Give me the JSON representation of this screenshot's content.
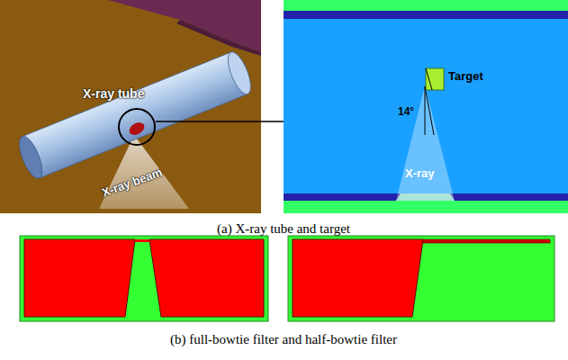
{
  "diagram": {
    "labels": [
      "X-ray tube",
      "X-ray beam",
      "Target",
      "14°",
      "X-ray",
      "(a) X-ray tube and target",
      "(b) full-bowtie filter and half-bowtie filter"
    ]
  }
}
